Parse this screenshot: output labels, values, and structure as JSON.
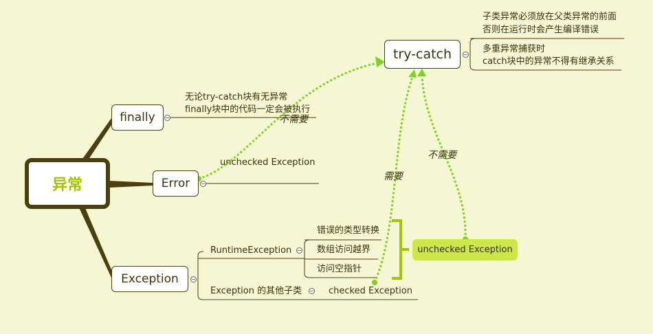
{
  "colors": {
    "background": "#f5f6d4",
    "branch": "#4a3f0e",
    "root_text": "#a4c400",
    "relation": "#7ed321",
    "summary_bracket": "#a4c400",
    "summary_fill": "#cde64a"
  },
  "root": {
    "label": "异常"
  },
  "branches": {
    "finally": {
      "label": "finally",
      "note_line1": "无论try-catch块有无异常",
      "note_line2": "finally块中的代码一定会被执行"
    },
    "error": {
      "label": "Error",
      "child": "unchecked Exception"
    },
    "exception": {
      "label": "Exception",
      "runtime": {
        "label": "RuntimeException",
        "children": [
          "错误的类型转换",
          "数组访问越界",
          "访问空指针"
        ]
      },
      "others": {
        "label": "Exception 的其他子类",
        "child": "checked Exception"
      }
    }
  },
  "try_catch": {
    "label": "try-catch",
    "notes": [
      {
        "line1": "子类异常必须放在父类异常的前面",
        "line2": "否则在运行时会产生编译错误"
      },
      {
        "line1": "多重异常捕获时",
        "line2": "catch块中的异常不得有继承关系"
      }
    ]
  },
  "summary": {
    "label": "unchecked Exception"
  },
  "relations": [
    {
      "from": "Error",
      "to": "try-catch",
      "label": "不需要"
    },
    {
      "from": "checked Exception",
      "to": "try-catch",
      "label": "需要"
    },
    {
      "from": "unchecked Exception",
      "to": "try-catch",
      "label": "不需要"
    }
  ]
}
